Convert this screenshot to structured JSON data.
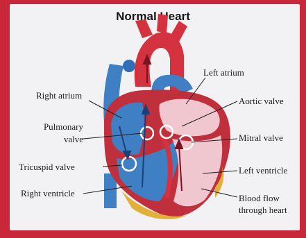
{
  "diagram": {
    "title": "Normal Heart",
    "labels": {
      "right_atrium": "Right atrium",
      "pulmonary_valve_line1": "Pulmonary",
      "pulmonary_valve_line2": "valve",
      "tricuspid_valve": "Tricuspid valve",
      "right_ventricle": "Right ventricle",
      "left_atrium": "Left atrium",
      "aortic_valve": "Aortic valve",
      "mitral_valve": "Mitral valve",
      "left_ventricle": "Left ventricle",
      "blood_flow_line1": "Blood flow",
      "blood_flow_line2": "through heart"
    },
    "colors": {
      "background": "#c8283a",
      "card": "#f2f1f4",
      "deoxygenated_blue": "#3f7fc4",
      "oxygenated_red": "#d4323f",
      "chamber_pink": "#f0c6cf",
      "fat_yellow": "#e1b13a"
    }
  }
}
